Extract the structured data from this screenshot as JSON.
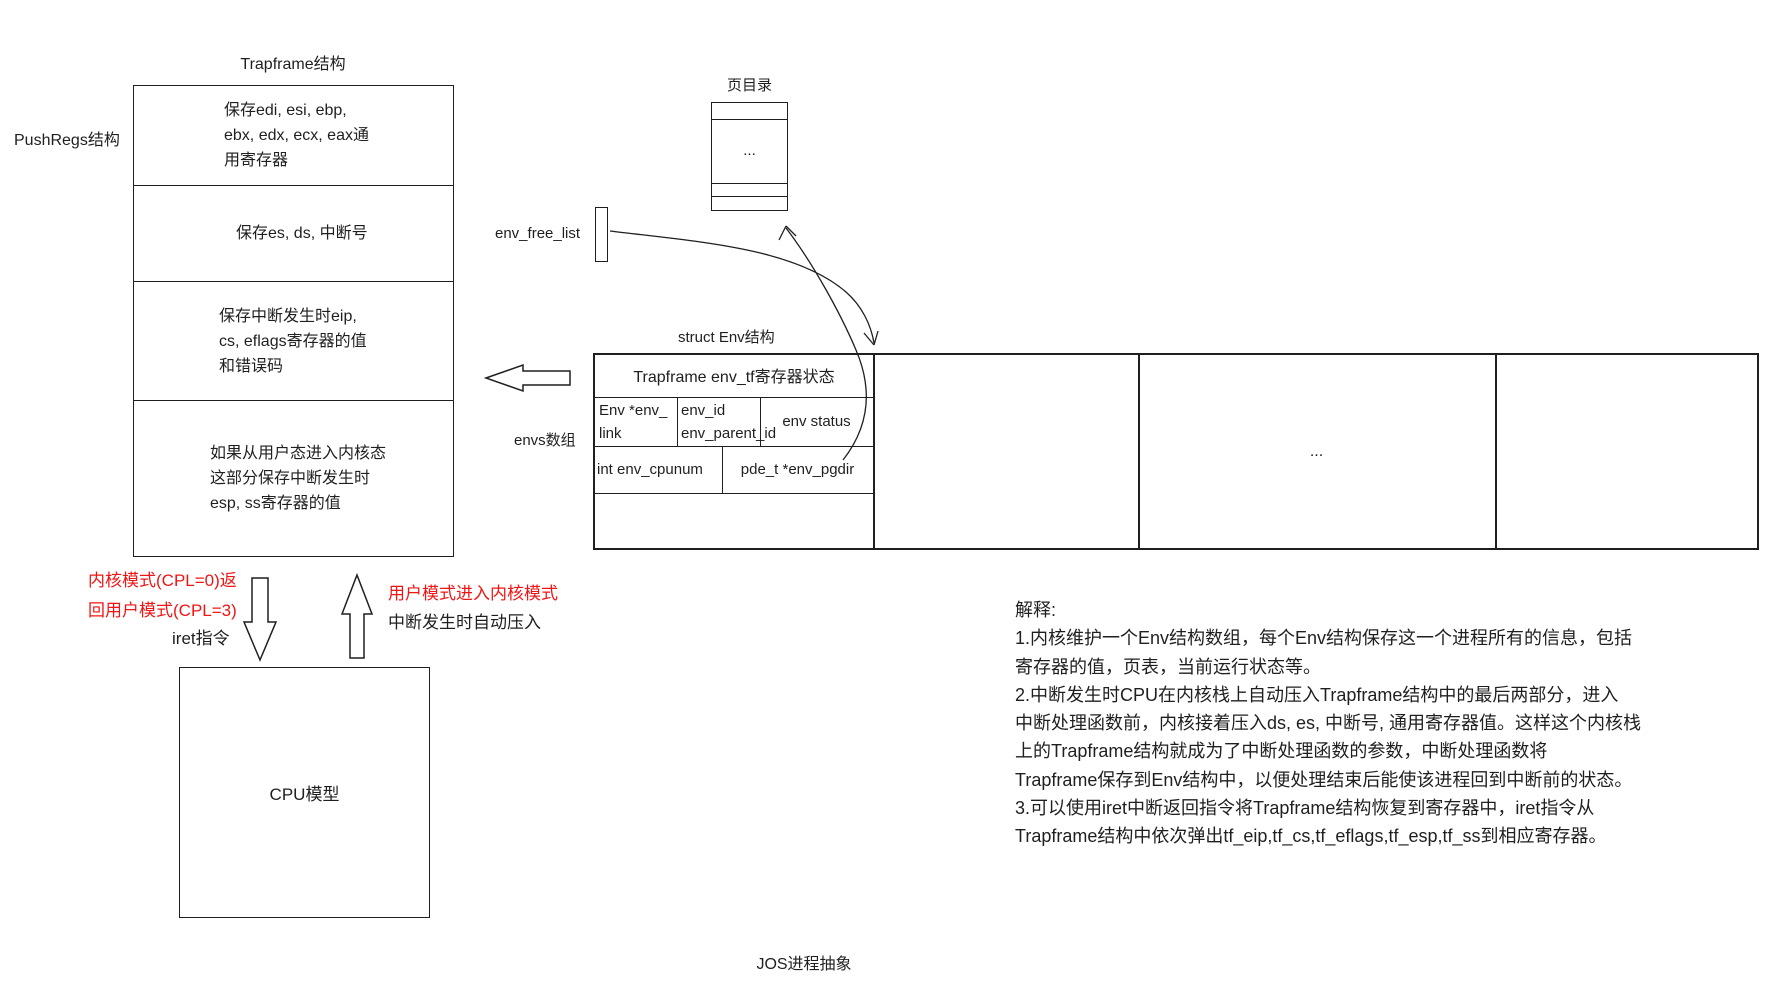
{
  "page_title": "JOS进程抽象",
  "colors": {
    "annotation_red": "#f01515",
    "line_black": "#1f1f1f",
    "background": "#ffffff"
  },
  "trapframe": {
    "title": "Trapframe结构",
    "side_label": "PushRegs结构",
    "rows": [
      [
        "保存edi, esi, ebp,",
        "ebx, edx, ecx, eax通",
        "用寄存器"
      ],
      [
        "保存es, ds, 中断号"
      ],
      [
        "保存中断发生时eip,",
        "cs, eflags寄存器的值",
        "和错误码"
      ],
      [
        "如果从用户态进入内核态",
        "这部分保存中断发生时",
        "esp, ss寄存器的值"
      ]
    ]
  },
  "mode_switch": {
    "kernel_return_red": [
      "内核模式(CPL=0)返",
      "回用户模式(CPL=3)"
    ],
    "iret_label": "iret指令",
    "user_enter_red": "用户模式进入内核模式",
    "interrupt_push_label": "中断发生时自动压入"
  },
  "cpu": {
    "label": "CPU模型"
  },
  "page_directory": {
    "title": "页目录",
    "ellipsis": "..."
  },
  "env_free_list": {
    "label": "env_free_list"
  },
  "envs": {
    "array_label": "envs数组",
    "struct_title": "struct Env结构",
    "tf_row": "Trapframe env_tf寄存器状态",
    "cell_env_link": [
      "Env *env_",
      "link"
    ],
    "cell_env_id": [
      "env_id",
      "env_parent_id"
    ],
    "cell_env_status": "env status",
    "cell_cpunum": "int env_cpunum",
    "cell_pgdir": "pde_t *env_pgdir",
    "ellipsis": "..."
  },
  "explanation": {
    "lines": [
      "解释:",
      "1.内核维护一个Env结构数组，每个Env结构保存这一个进程所有的信息，包括",
      "寄存器的值，页表，当前运行状态等。",
      "2.中断发生时CPU在内核栈上自动压入Trapframe结构中的最后两部分，进入",
      "中断处理函数前，内核接着压入ds, es, 中断号, 通用寄存器值。这样这个内核栈",
      "上的Trapframe结构就成为了中断处理函数的参数，中断处理函数将",
      "Trapframe保存到Env结构中，以便处理结束后能使该进程回到中断前的状态。",
      "3.可以使用iret中断返回指令将Trapframe结构恢复到寄存器中，iret指令从",
      "Trapframe结构中依次弹出tf_eip,tf_cs,tf_eflags,tf_esp,tf_ss到相应寄存器。"
    ]
  }
}
